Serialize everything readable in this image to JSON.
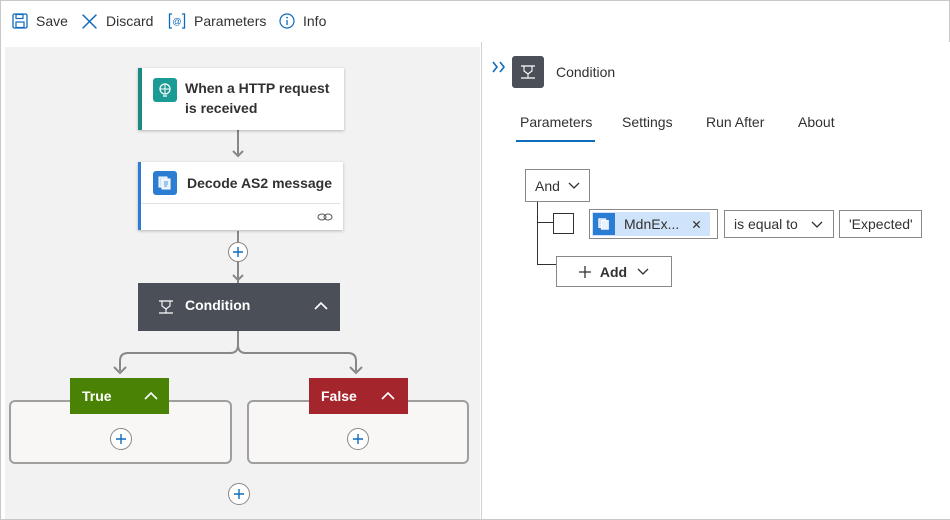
{
  "toolbar": {
    "save_label": "Save",
    "discard_label": "Discard",
    "parameters_label": "Parameters",
    "info_label": "Info"
  },
  "canvas": {
    "trigger": {
      "title": "When a HTTP request is received"
    },
    "decode": {
      "title": "Decode AS2 message"
    },
    "condition": {
      "title": "Condition"
    },
    "true_branch": {
      "label": "True",
      "color": "#498205"
    },
    "false_branch": {
      "label": "False",
      "color": "#a4262c"
    }
  },
  "panel": {
    "title": "Condition",
    "tabs": [
      {
        "label": "Parameters",
        "active": true
      },
      {
        "label": "Settings",
        "active": false
      },
      {
        "label": "Run After",
        "active": false
      },
      {
        "label": "About",
        "active": false
      }
    ],
    "group_operator": "And",
    "row": {
      "token": "MdnEx...",
      "operator": "is equal to",
      "value": "'Expected'"
    },
    "add_label": "Add"
  },
  "colors": {
    "accent": "#0f6cbd",
    "condition_header": "#4a4f58",
    "trigger_accent": "#1a8b83",
    "decode_accent": "#2b7cd3"
  }
}
